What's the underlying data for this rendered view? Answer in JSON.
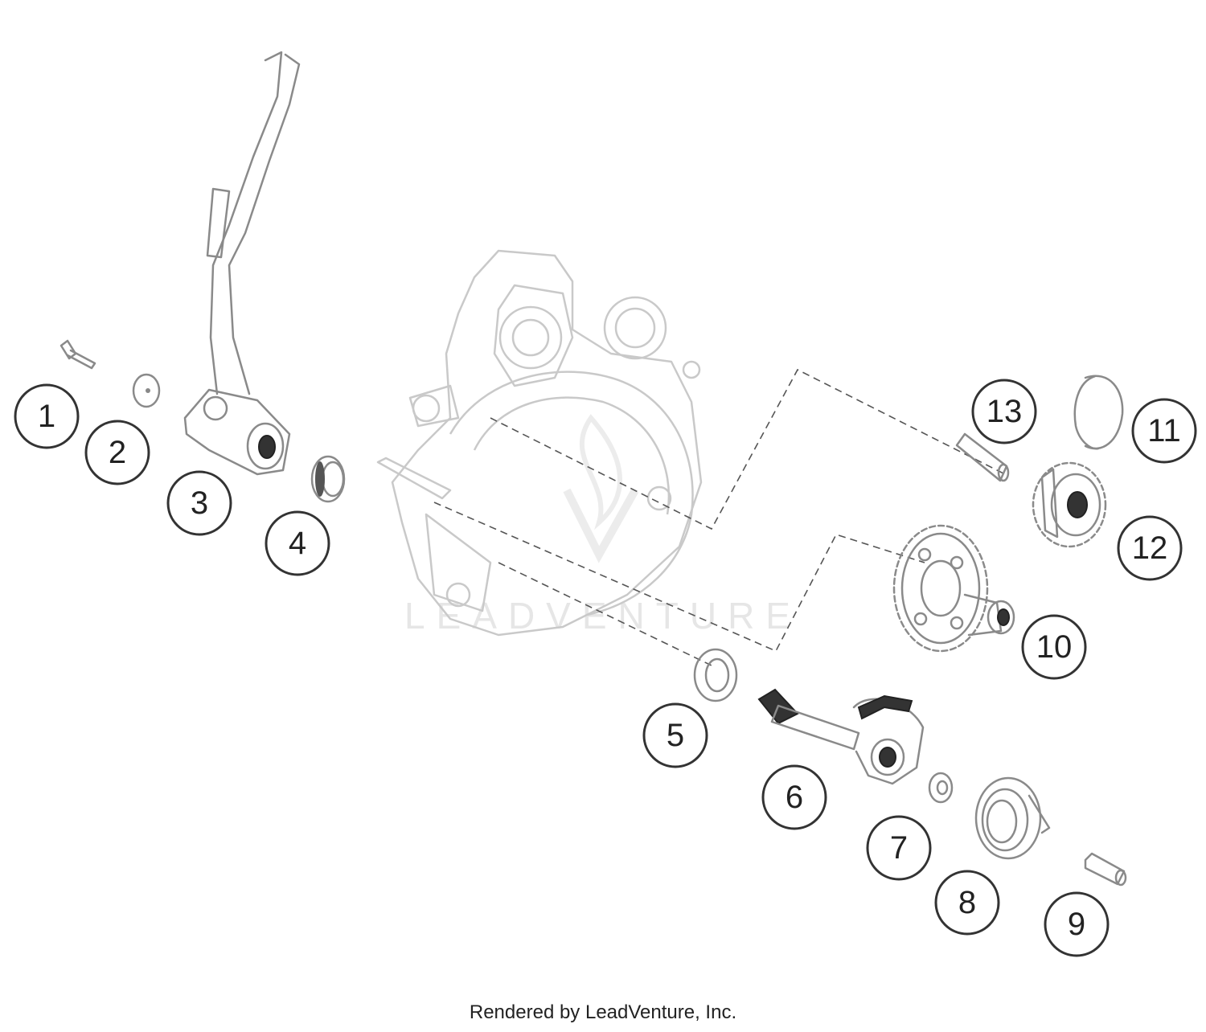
{
  "diagram": {
    "callouts": [
      {
        "label": "1"
      },
      {
        "label": "2"
      },
      {
        "label": "3"
      },
      {
        "label": "4"
      },
      {
        "label": "5"
      },
      {
        "label": "6"
      },
      {
        "label": "7"
      },
      {
        "label": "8"
      },
      {
        "label": "9"
      },
      {
        "label": "10"
      },
      {
        "label": "11"
      },
      {
        "label": "12"
      },
      {
        "label": "13"
      }
    ],
    "watermark": "LEADVENTURE"
  },
  "footer": {
    "credit": "Rendered by LeadVenture, Inc."
  }
}
